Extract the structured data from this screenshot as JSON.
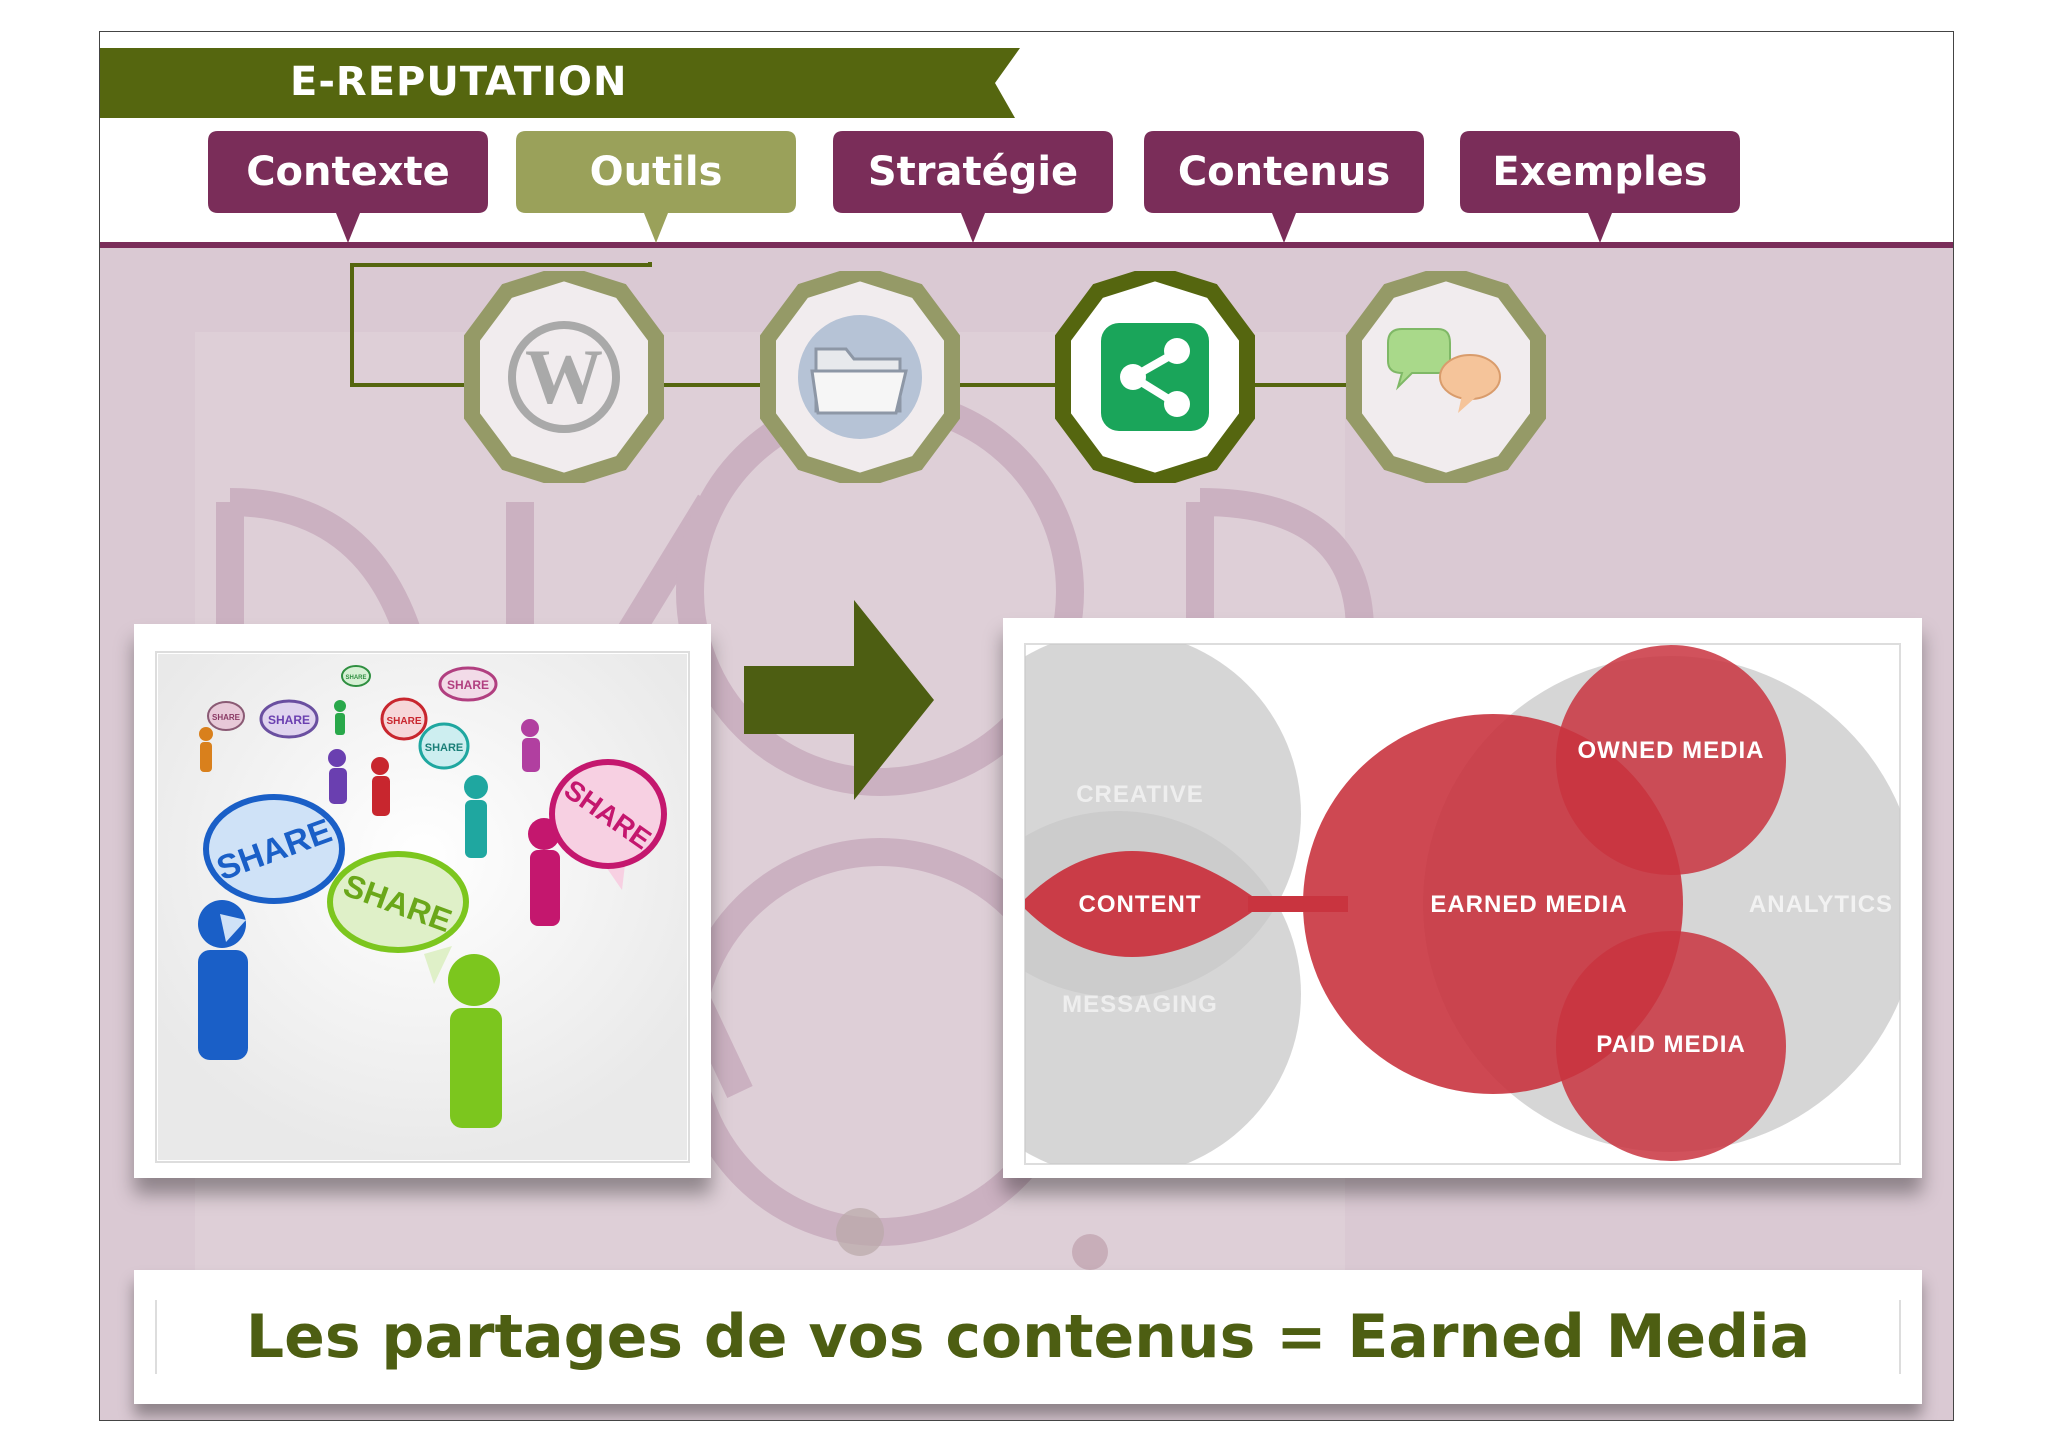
{
  "header": {
    "title": "E-REPUTATION"
  },
  "tabs": [
    {
      "label": "Contexte",
      "active": false
    },
    {
      "label": "Outils",
      "active": true
    },
    {
      "label": "Stratégie",
      "active": false
    },
    {
      "label": "Contenus",
      "active": false
    },
    {
      "label": "Exemples",
      "active": false
    }
  ],
  "tools": [
    {
      "name": "wordpress-icon",
      "active": false
    },
    {
      "name": "folder-icon",
      "active": false
    },
    {
      "name": "share-icon",
      "active": true
    },
    {
      "name": "chat-bubbles-icon",
      "active": false
    }
  ],
  "share_illustration": {
    "bubble_text": "SHARE"
  },
  "venn": {
    "creative": "CREATIVE",
    "content": "CONTENT",
    "messaging": "MESSAGING",
    "owned": "OWNED MEDIA",
    "earned": "EARNED MEDIA",
    "paid": "PAID MEDIA",
    "analytics": "ANALYTICS"
  },
  "caption": "Les partages de vos contenus = Earned Media",
  "colors": {
    "plum": "#7a2d59",
    "olive": "#55660f",
    "olive_light": "#9aa15a",
    "content_bg": "#dac9d3",
    "venn_red": "#c9343f",
    "venn_grey": "#c8c8c8",
    "share_green": "#1aa55a"
  }
}
